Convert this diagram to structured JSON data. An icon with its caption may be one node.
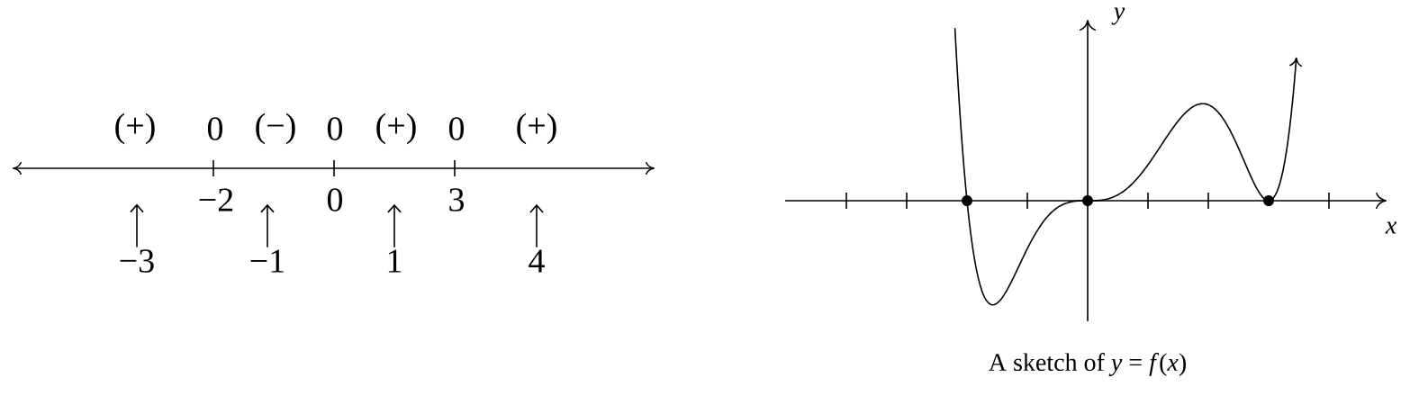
{
  "diagram": {
    "caption": "A sketch of *y* = *f*(*x*)",
    "nodes": [
      {
        "text": [
          "−3"
        ]
      },
      {
        "text": [
          "−1"
        ]
      },
      {
        "text": [
          "1"
        ]
      },
      {
        "text": [
          "4"
        ]
      }
    ],
    "edges": [
      {
        "from": 0,
        "to": null,
        "arrow": "to"
      },
      {
        "from": 1,
        "to": null,
        "arrow": "to"
      },
      {
        "from": 2,
        "to": null,
        "arrow": "to"
      },
      {
        "from": 3,
        "to": null,
        "arrow": "to"
      }
    ],
    "labels": [
      "(+)",
      "0",
      "(−)",
      "0",
      "(+)",
      "0",
      "(+)",
      "−2",
      "0",
      "3",
      "y",
      "x"
    ]
  }
}
